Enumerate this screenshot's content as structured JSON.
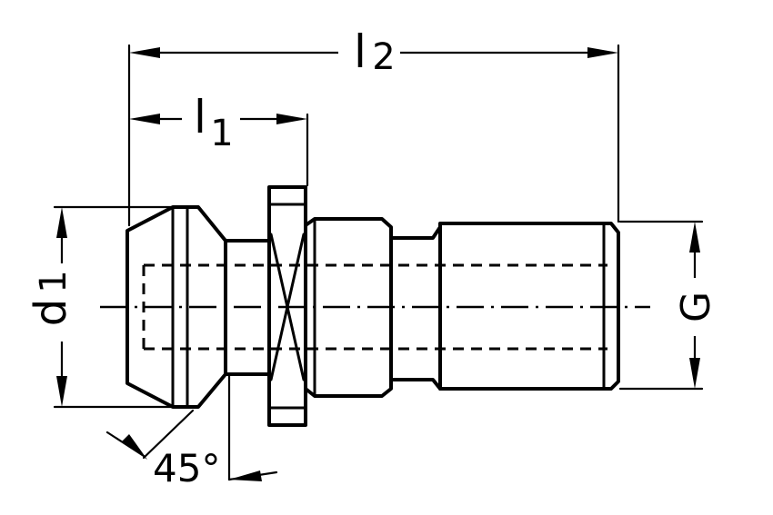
{
  "labels": {
    "l2": {
      "main": "l",
      "sub": "2"
    },
    "l1": {
      "main": "l",
      "sub": "1"
    },
    "d1": {
      "main": "d",
      "sub": "1"
    },
    "g": "G",
    "angle": "45°"
  }
}
